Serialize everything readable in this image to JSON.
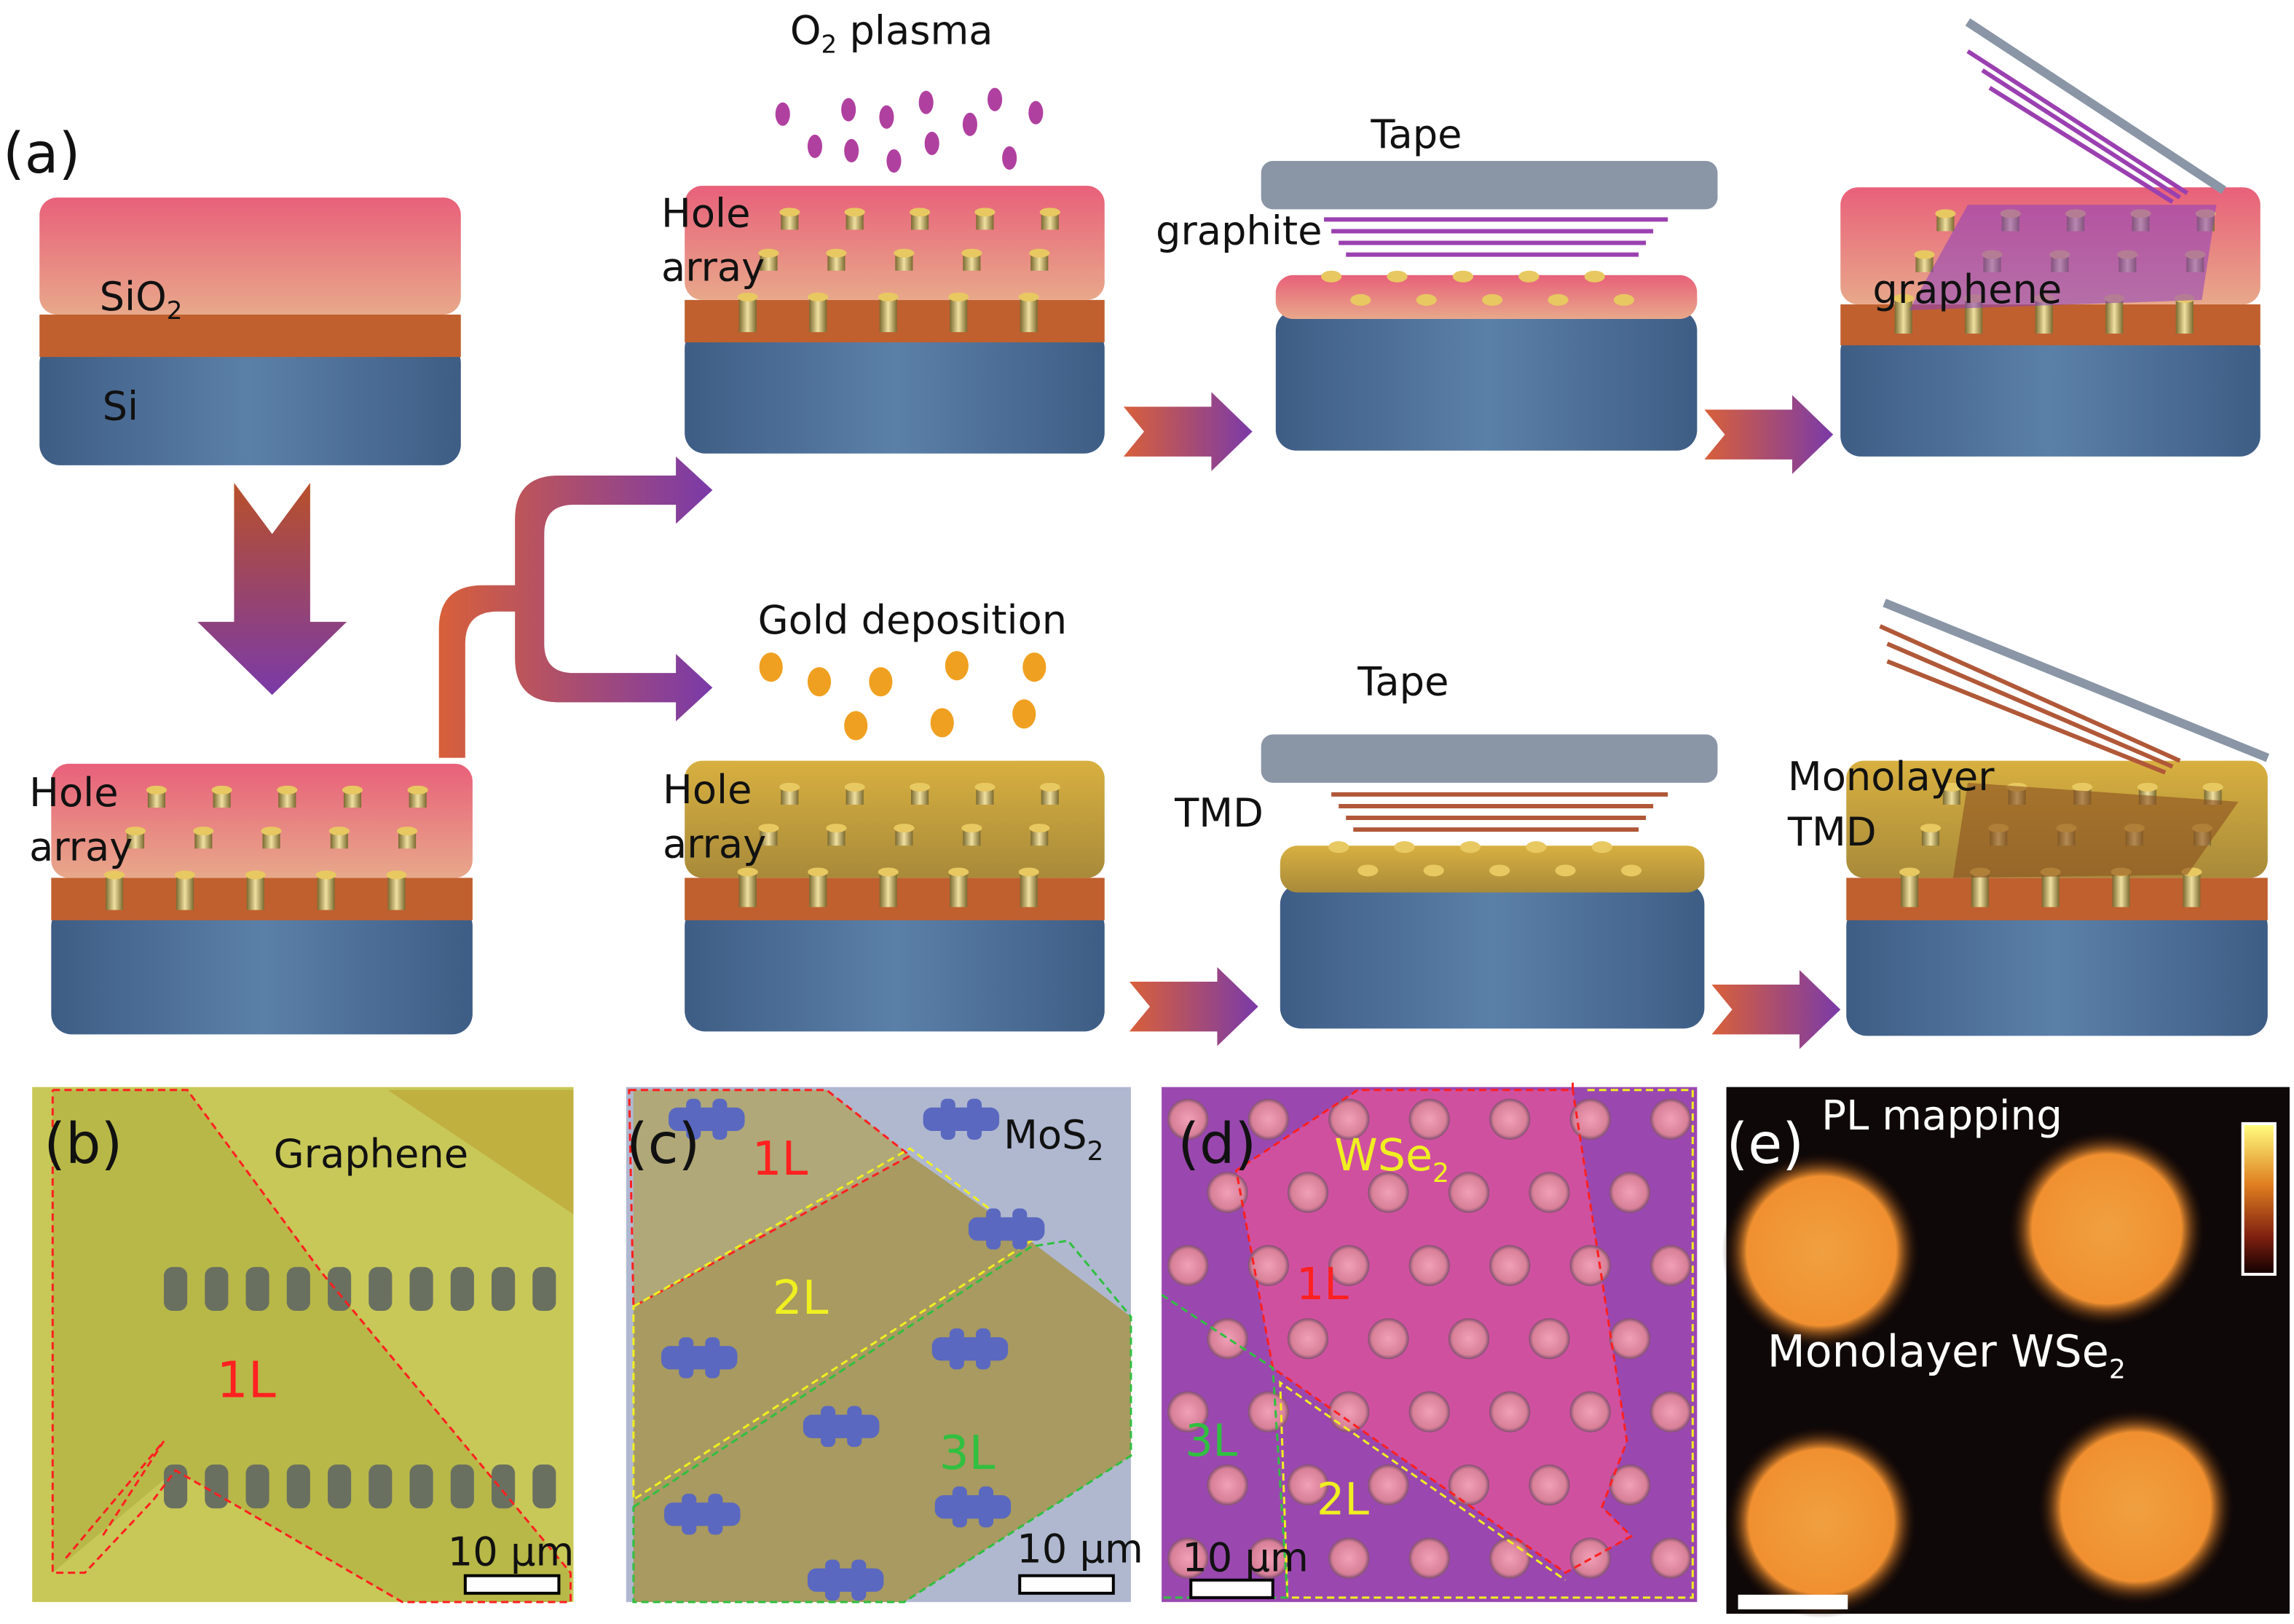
{
  "panel_a": {
    "label": "(a)",
    "sio2": "SiO",
    "sio2_sub": "2",
    "si": "Si",
    "hole_array_1": "Hole",
    "hole_array_2": "array",
    "o2_plasma": "O",
    "o2_sub": "2",
    "o2_rest": " plasma",
    "tape": "Tape",
    "graphite": "graphite",
    "graphene": "graphene",
    "gold_deposition": "Gold deposition",
    "tmd": "TMD",
    "monolayer": "Monolayer",
    "monolayer_tmd": "TMD"
  },
  "panel_b": {
    "label": "(b)",
    "title": "Graphene",
    "layer": "1L",
    "scale": "10 μm"
  },
  "panel_c": {
    "label": "(c)",
    "title": "MoS",
    "title_sub": "2",
    "layers": [
      "1L",
      "2L",
      "3L"
    ],
    "scale": "10 μm"
  },
  "panel_d": {
    "label": "(d)",
    "title": "WSe",
    "title_sub": "2",
    "layers": [
      "1L",
      "2L",
      "3L"
    ],
    "scale": "10 μm"
  },
  "panel_e": {
    "label": "(e)",
    "title": "PL mapping",
    "subtitle": "Monolayer WSe",
    "subtitle_sub": "2"
  },
  "colors": {
    "blue": "#4d6f96",
    "orange": "#c8643a",
    "pink": "#e06a80",
    "gold": "#c9a030",
    "purple": "#7a3aa0",
    "red": "#ff2020",
    "yellow": "#f0f020",
    "green": "#30c040"
  }
}
